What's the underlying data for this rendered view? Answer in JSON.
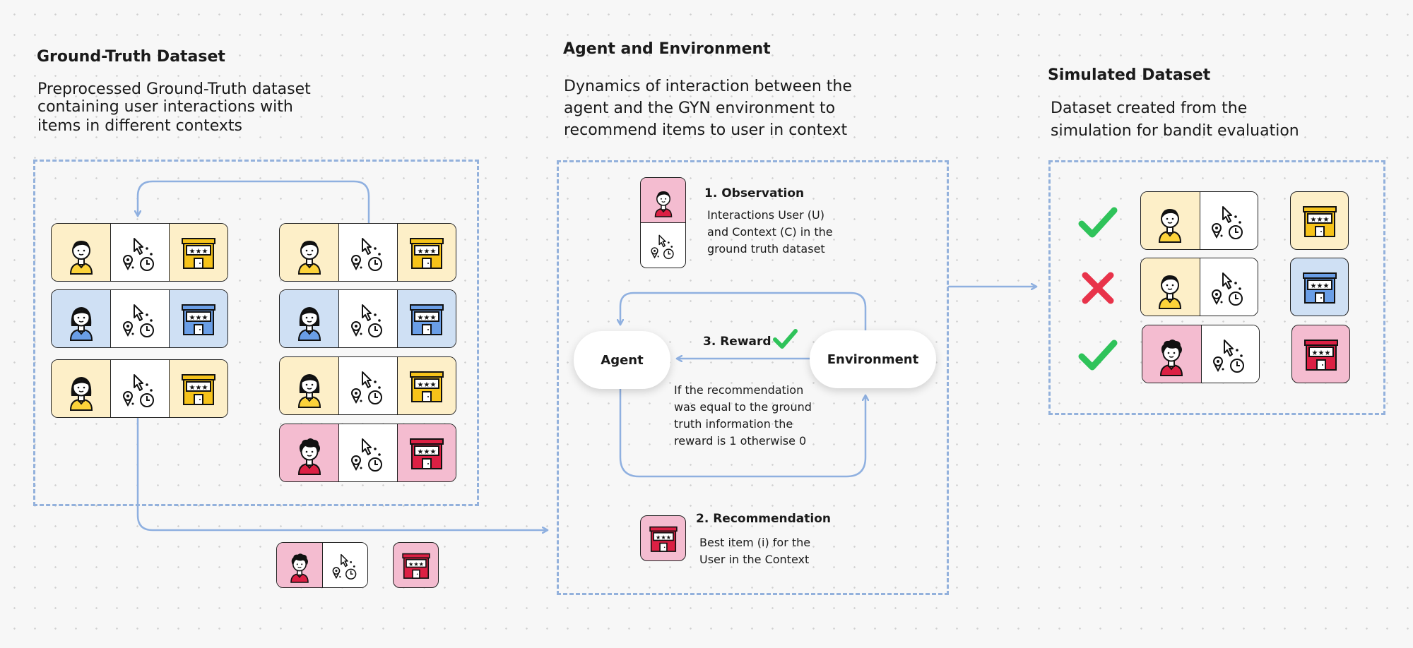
{
  "sections": {
    "ground_truth": {
      "title": "Ground-Truth Dataset",
      "desc": [
        "Preprocessed Ground-Truth dataset",
        "containing user interactions with",
        "items in different contexts"
      ]
    },
    "agent_env": {
      "title": "Agent and Environment",
      "desc": [
        "Dynamics of interaction between the",
        "agent and the GYN environment to",
        "recommend items to user in context"
      ]
    },
    "simulated": {
      "title": "Simulated Dataset",
      "desc": [
        "Dataset created from the",
        "simulation for bandit evaluation"
      ]
    }
  },
  "steps": {
    "observation": {
      "title": "1. Observation",
      "lines": [
        "Interactions User (U)",
        "and Context (C) in the",
        "ground truth dataset"
      ]
    },
    "recommendation": {
      "title": "2. Recommendation",
      "lines": [
        "Best item (i) for the",
        "User in the Context"
      ]
    },
    "reward": {
      "title": "3. Reward",
      "lines": [
        "If the recommendation",
        "was equal to the ground",
        "truth information the",
        "reward is 1 otherwise 0"
      ]
    }
  },
  "nodes": {
    "agent": "Agent",
    "environment": "Environment"
  },
  "colors": {
    "frame": "#93b1dc",
    "arrow": "#8fb0e0",
    "check": "#2fc35a",
    "cross": "#e8334a",
    "cell_yellow": "#fdefc8",
    "cell_blue": "#cfe0f4",
    "cell_pink": "#f4bcd0",
    "store_yellow": "#f6c31a",
    "store_blue": "#6a9ee6",
    "store_red": "#dc2044"
  },
  "simulated_results": [
    "check-icon",
    "cross-icon",
    "check-icon"
  ]
}
